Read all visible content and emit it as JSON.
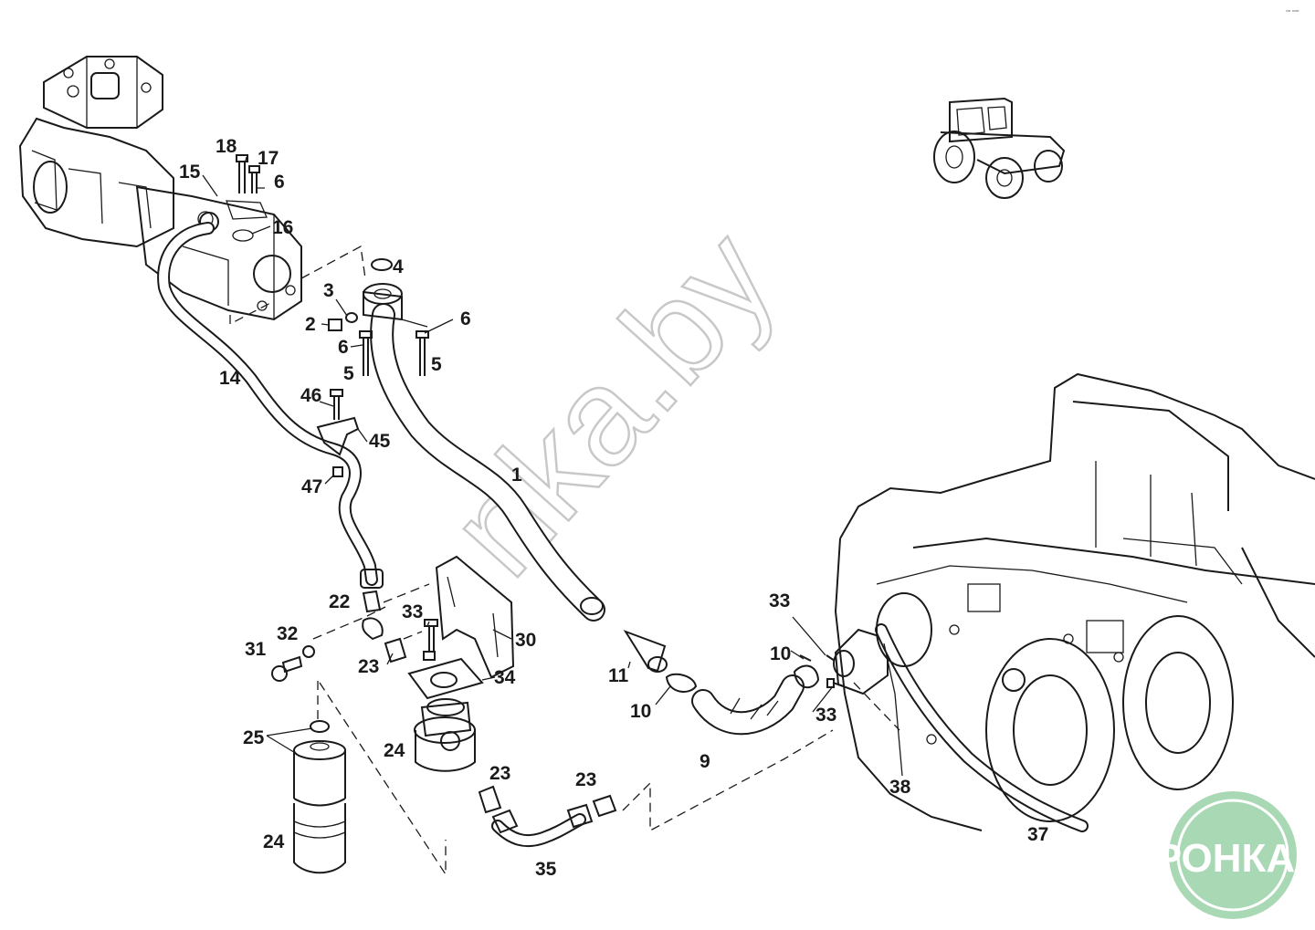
{
  "corner_mark": "▫▫ ▫▫▫",
  "watermark": "nka.by",
  "logo": {
    "text": "АГРОНКА",
    "color": "#a9d8b4"
  },
  "callouts": [
    {
      "id": "c1",
      "text": "1"
    },
    {
      "id": "c2",
      "text": "2"
    },
    {
      "id": "c3",
      "text": "3"
    },
    {
      "id": "c4",
      "text": "4"
    },
    {
      "id": "c5a",
      "text": "5"
    },
    {
      "id": "c5b",
      "text": "5"
    },
    {
      "id": "c6a",
      "text": "6"
    },
    {
      "id": "c6b",
      "text": "6"
    },
    {
      "id": "c6c",
      "text": "6"
    },
    {
      "id": "c9",
      "text": "9"
    },
    {
      "id": "c10a",
      "text": "10"
    },
    {
      "id": "c10b",
      "text": "10"
    },
    {
      "id": "c11",
      "text": "11"
    },
    {
      "id": "c14",
      "text": "14"
    },
    {
      "id": "c15",
      "text": "15"
    },
    {
      "id": "c16",
      "text": "16"
    },
    {
      "id": "c17",
      "text": "17"
    },
    {
      "id": "c18",
      "text": "18"
    },
    {
      "id": "c22",
      "text": "22"
    },
    {
      "id": "c23a",
      "text": "23"
    },
    {
      "id": "c23b",
      "text": "23"
    },
    {
      "id": "c23c",
      "text": "23"
    },
    {
      "id": "c24a",
      "text": "24"
    },
    {
      "id": "c24b",
      "text": "24"
    },
    {
      "id": "c25",
      "text": "25"
    },
    {
      "id": "c30",
      "text": "30"
    },
    {
      "id": "c31",
      "text": "31"
    },
    {
      "id": "c32",
      "text": "32"
    },
    {
      "id": "c33a",
      "text": "33"
    },
    {
      "id": "c33b",
      "text": "33"
    },
    {
      "id": "c33c",
      "text": "33"
    },
    {
      "id": "c34",
      "text": "34"
    },
    {
      "id": "c35",
      "text": "35"
    },
    {
      "id": "c37",
      "text": "37"
    },
    {
      "id": "c38",
      "text": "38"
    },
    {
      "id": "c45",
      "text": "45"
    },
    {
      "id": "c46",
      "text": "46"
    },
    {
      "id": "c47",
      "text": "47"
    }
  ]
}
